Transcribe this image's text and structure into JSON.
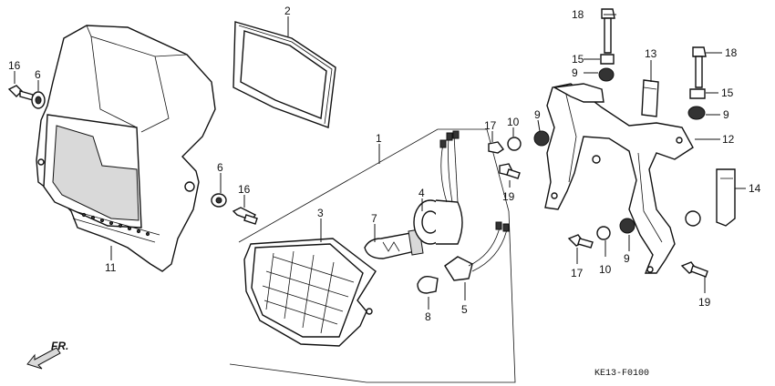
{
  "diagram": {
    "drawing_code": "KE13-F0100",
    "direction_label": "FR.",
    "callouts": [
      "1",
      "2",
      "3",
      "4",
      "5",
      "6",
      "6",
      "7",
      "8",
      "9",
      "9",
      "9",
      "10",
      "10",
      "11",
      "12",
      "13",
      "14",
      "15",
      "15",
      "16",
      "16",
      "17",
      "17",
      "18",
      "18",
      "19",
      "19"
    ]
  }
}
